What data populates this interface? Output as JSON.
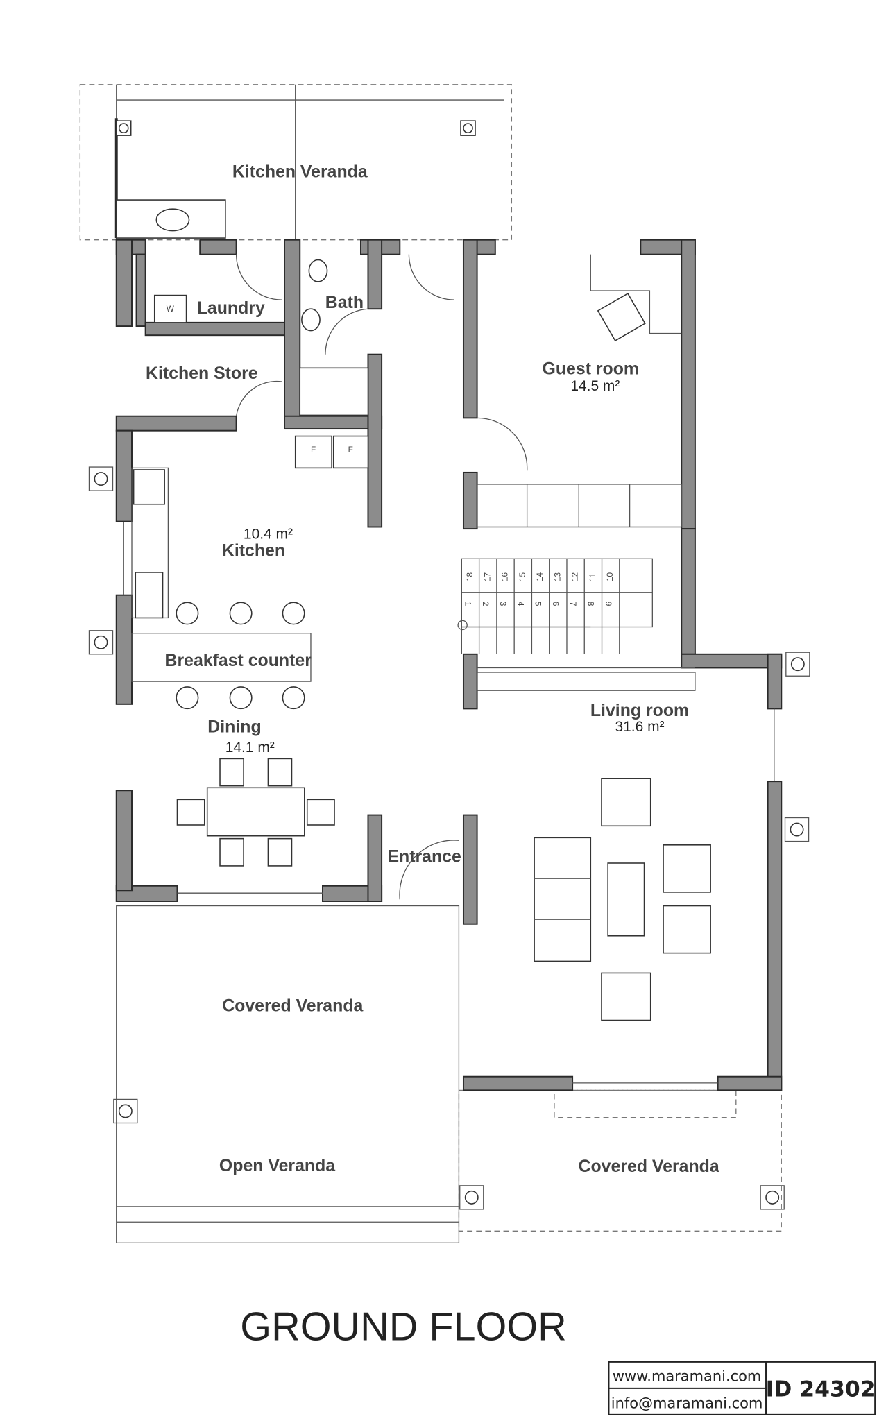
{
  "rooms": {
    "kitchen_veranda": "Kitchen Veranda",
    "laundry": "Laundry",
    "laundry_w": "W",
    "bath": "Bath",
    "kitchen_store": "Kitchen Store",
    "fridge_1": "F",
    "fridge_2": "F",
    "guest_room": "Guest room",
    "guest_area": "14.5 m²",
    "kitchen": "Kitchen",
    "kitchen_area": "10.4 m²",
    "breakfast_counter": "Breakfast counter",
    "dining": "Dining",
    "dining_area": "14.1 m²",
    "entrance": "Entrance",
    "living_room": "Living room",
    "living_area": "31.6 m²",
    "covered_veranda_left": "Covered Veranda",
    "open_veranda": "Open Veranda",
    "covered_veranda_right": "Covered Veranda"
  },
  "stairs": {
    "upper": [
      "18",
      "17",
      "16",
      "15",
      "14",
      "13",
      "12",
      "11",
      "10"
    ],
    "lower": [
      "1",
      "2",
      "3",
      "4",
      "5",
      "6",
      "7",
      "8",
      "9"
    ]
  },
  "title": "GROUND FLOOR",
  "titleblock": {
    "website": "www.maramani.com",
    "email": "info@maramani.com",
    "id": "ID 24302"
  }
}
